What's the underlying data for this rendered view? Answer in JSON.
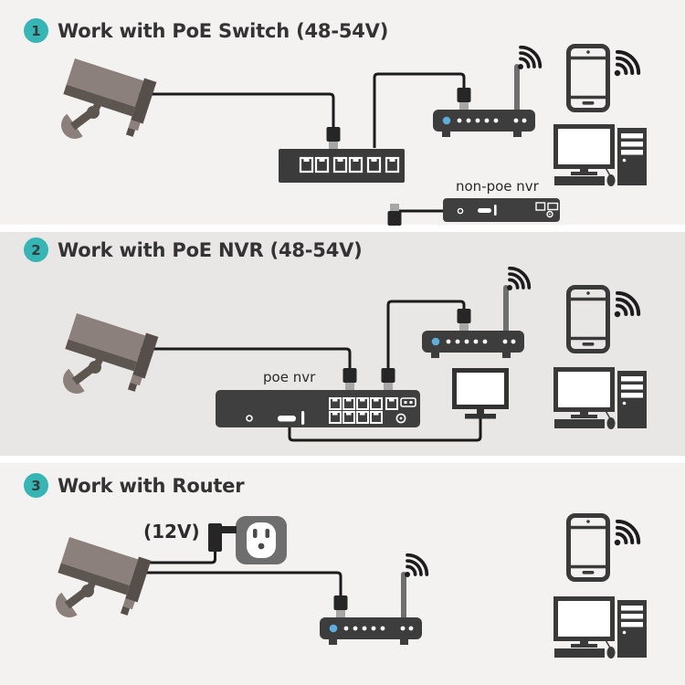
{
  "colors": {
    "band_light": "#f3f2f0",
    "band_mid": "#e9e7e5",
    "divider_white": "#ffffff",
    "badge_teal": "#35b6b4",
    "badge_number": "#3a3a3a",
    "title_text": "#333333",
    "device_body": "#3d3d3d",
    "cable_black": "#1b1b1b",
    "router_led_blue": "#5caede",
    "camera_body_light": "#8b807b",
    "camera_body_dark": "#5d5550",
    "camera_front": "#554e4b",
    "outlet_gray": "#6e6e6e",
    "plug_metal": "#a6a6a6"
  },
  "sections": [
    {
      "badge": "1",
      "title": "Work with PoE Switch (48-54V)",
      "nvr_label": "non-poe nvr"
    },
    {
      "badge": "2",
      "title": "Work with PoE NVR (48-54V)",
      "nvr_label": "poe nvr"
    },
    {
      "badge": "3",
      "title": "Work with Router",
      "power_label": "(12V)"
    }
  ],
  "icons": {
    "camera": "cctv-security-camera",
    "switch": "6-port-poe-switch",
    "router": "wifi-router-with-antenna",
    "nvr": "nvr-recorder-box",
    "poe_nvr": "8-port-poe-nvr",
    "monitor": "display-monitor",
    "phone": "smartphone",
    "computer": "desktop-computer",
    "wifi": "wifi-signal-waves",
    "outlet": "wall-power-outlet",
    "adapter": "12v-power-adapter",
    "plug": "ethernet-plug",
    "cable": "ethernet-cable"
  }
}
